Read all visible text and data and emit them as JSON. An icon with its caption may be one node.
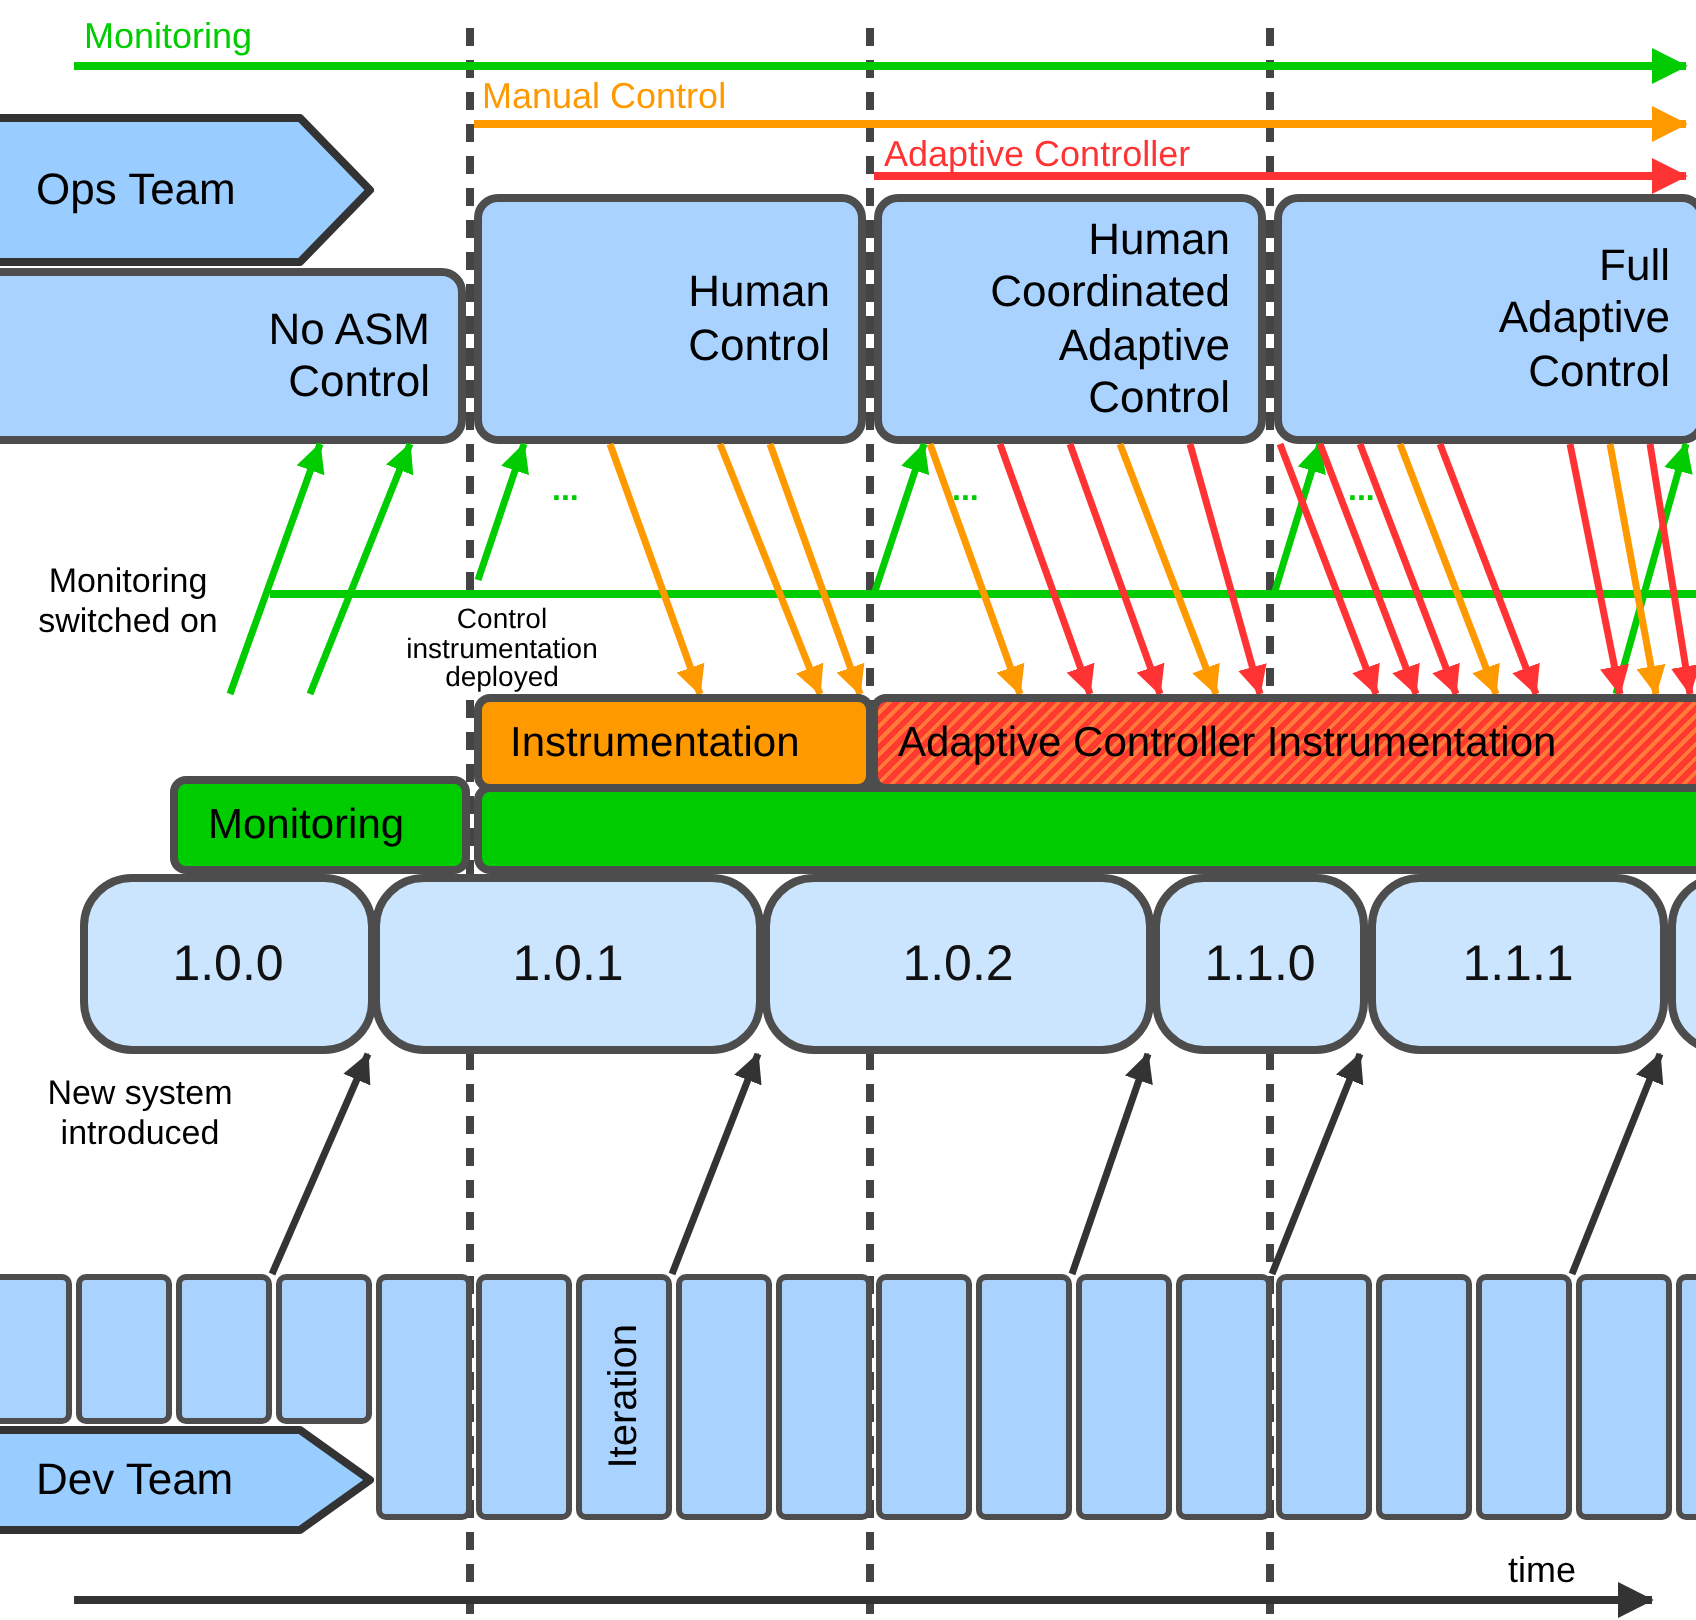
{
  "diagram": {
    "nodes": [
      {
        "text": [
          "Ops Team"
        ]
      },
      {
        "text": [
          "No ASM Control"
        ]
      },
      {
        "text": [
          "Human Control"
        ]
      },
      {
        "text": [
          "Human Coordinated Adaptive Control"
        ]
      },
      {
        "text": [
          "Full Adaptive Control"
        ]
      },
      {
        "text": [
          "Instrumentation"
        ]
      },
      {
        "text": [
          "Adaptive Controller Instrumentation"
        ]
      },
      {
        "text": [
          "Monitoring"
        ]
      },
      {
        "text": [],
        "shape": "bar"
      },
      {
        "text": [
          "1.0.0"
        ],
        "beside": [
          "New system introduced"
        ]
      },
      {
        "text": [
          "1.0.1"
        ]
      },
      {
        "text": [
          "1.0.2"
        ]
      },
      {
        "text": [
          "1.1.0"
        ]
      },
      {
        "text": [
          "1.1.1"
        ]
      },
      {
        "text": [],
        "shape": "box"
      },
      {
        "text": [
          "Dev Team"
        ]
      },
      {
        "text": [],
        "shape": "box"
      },
      {
        "text": [],
        "shape": "box"
      },
      {
        "text": [],
        "shape": "box"
      },
      {
        "text": [],
        "shape": "box"
      },
      {
        "text": [],
        "shape": "box"
      },
      {
        "text": [],
        "shape": "box"
      },
      {
        "text": [
          "Iteration"
        ]
      },
      {
        "text": [],
        "shape": "box"
      },
      {
        "text": [],
        "shape": "box"
      },
      {
        "text": [],
        "shape": "box"
      },
      {
        "text": [],
        "shape": "box"
      },
      {
        "text": [],
        "shape": "box"
      },
      {
        "text": [],
        "shape": "box"
      },
      {
        "text": [],
        "shape": "box"
      },
      {
        "text": [],
        "shape": "box"
      },
      {
        "text": [],
        "shape": "box"
      },
      {
        "text": [],
        "shape": "box"
      },
      {
        "text": [],
        "shape": "box"
      }
    ],
    "edges": [
      {
        "from": null,
        "to": 1,
        "arrow": "to",
        "color": "#00cc00"
      },
      {
        "from": null,
        "to": 1,
        "arrow": "to",
        "color": "#00cc00"
      },
      {
        "from": null,
        "to": 2,
        "arrow": "to",
        "color": "#00cc00"
      },
      {
        "from": null,
        "to": 3,
        "arrow": "to",
        "color": "#00cc00"
      },
      {
        "from": null,
        "to": 4,
        "arrow": "to",
        "color": "#00cc00"
      },
      {
        "from": 6,
        "to": 4,
        "arrow": "to",
        "color": "#00cc00"
      },
      {
        "from": 2,
        "to": 5,
        "arrow": "to",
        "color": "#ff9900"
      },
      {
        "from": 2,
        "to": 5,
        "arrow": "to",
        "color": "#ff9900"
      },
      {
        "from": 2,
        "to": 5,
        "arrow": "to",
        "color": "#ff9900"
      },
      {
        "from": 3,
        "to": 6,
        "arrow": "to",
        "color": "#ff9900"
      },
      {
        "from": 3,
        "to": 6,
        "arrow": "to",
        "color": "#ff3333"
      },
      {
        "from": 3,
        "to": 6,
        "arrow": "to",
        "color": "#ff3333"
      },
      {
        "from": 3,
        "to": 6,
        "arrow": "to",
        "color": "#ff9900"
      },
      {
        "from": 3,
        "to": 6,
        "arrow": "to",
        "color": "#ff3333"
      },
      {
        "from": 4,
        "to": 6,
        "arrow": "to",
        "color": "#ff3333"
      },
      {
        "from": 4,
        "to": 6,
        "arrow": "to",
        "color": "#ff3333"
      },
      {
        "from": 4,
        "to": 6,
        "arrow": "to",
        "color": "#ff3333"
      },
      {
        "from": 4,
        "to": 6,
        "arrow": "to",
        "color": "#ff9900"
      },
      {
        "from": 4,
        "to": 6,
        "arrow": "to",
        "color": "#ff3333"
      },
      {
        "from": 4,
        "to": 6,
        "arrow": "to",
        "color": "#ff3333"
      },
      {
        "from": 4,
        "to": 6,
        "arrow": "to",
        "color": "#ff9900"
      },
      {
        "from": 4,
        "to": 6,
        "arrow": "to",
        "color": "#ff3333"
      },
      {
        "from": 18,
        "to": 9,
        "arrow": "to",
        "color": "#333333"
      },
      {
        "from": 22,
        "to": 10,
        "arrow": "to",
        "color": "#333333"
      },
      {
        "from": 26,
        "to": 11,
        "arrow": "to",
        "color": "#333333"
      },
      {
        "from": 28,
        "to": 12,
        "arrow": "to",
        "color": "#333333"
      },
      {
        "from": 31,
        "to": 13,
        "arrow": "to",
        "color": "#333333"
      }
    ],
    "labels": [
      "Monitoring",
      "Manual Control",
      "Adaptive Controller",
      "...",
      "...",
      "...",
      "Monitoring switched on",
      "Control instrumentation deployed",
      "time"
    ]
  }
}
